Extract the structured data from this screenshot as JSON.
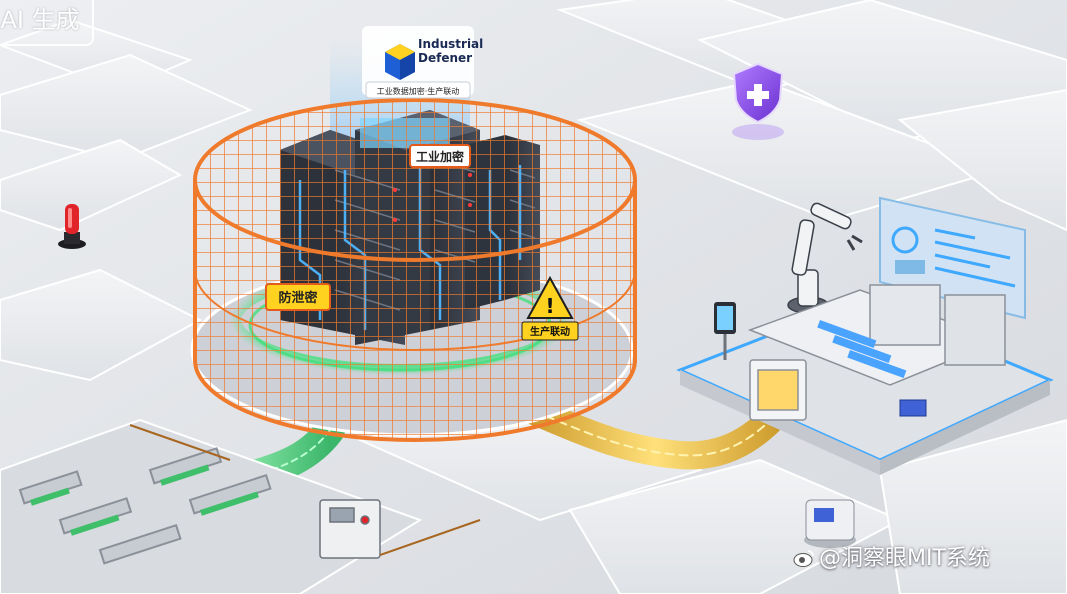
{
  "ai_badge": "AI 生成",
  "logo": {
    "line1": "Industrial",
    "line2": "Defener",
    "tagline": "工业数据加密·生产联动"
  },
  "labels": {
    "top_sign": "工业加密",
    "left_sign": "防泄密",
    "right_sign": "生产联动",
    "warning_symbol": "!"
  },
  "watermark": "@洞察眼MIT系统",
  "icons": {
    "shield": "shield-plus-icon",
    "alarm": "red-beacon-icon",
    "warning": "warning-triangle-icon"
  },
  "colors": {
    "cage": "#f07a2c",
    "green_cables": "#3fe07a",
    "gold_cables": "#e6b93a",
    "blue_glow": "#3fa8ff",
    "shield": "#8a4fe0",
    "beacon": "#e0242a"
  }
}
